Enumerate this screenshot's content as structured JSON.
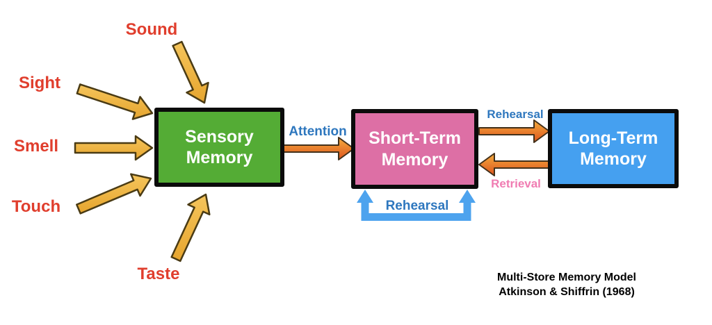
{
  "diagram": {
    "caption": {
      "line1": "Multi-Store Memory Model",
      "line2": "Atkinson & Shiffrin (1968)"
    },
    "boxes": {
      "sensory": {
        "line1": "Sensory",
        "line2": "Memory",
        "fill": "#54AC35"
      },
      "short_term": {
        "line1": "Short-Term",
        "line2": "Memory",
        "fill": "#DD6FA5"
      },
      "long_term": {
        "line1": "Long-Term",
        "line2": "Memory",
        "fill": "#45A0F0"
      }
    },
    "inputs": {
      "sound": "Sound",
      "sight": "Sight",
      "smell": "Smell",
      "touch": "Touch",
      "taste": "Taste"
    },
    "flows": {
      "attention": "Attention",
      "rehearsal_to_ltm": "Rehearsal",
      "retrieval": "Retrieval",
      "rehearsal_loop": "Rehearsal"
    },
    "colors": {
      "input_label": "#E03E2D",
      "flow_label_blue": "#2E77BE",
      "flow_label_pink": "#F07CB2",
      "sensory_arrow_fill": "#EFB844",
      "transfer_arrow_top": "#F4AC3E",
      "transfer_arrow_bottom": "#DD531D",
      "loop_arrow": "#4DA3EE",
      "box_border": "#0B0B0B"
    }
  }
}
